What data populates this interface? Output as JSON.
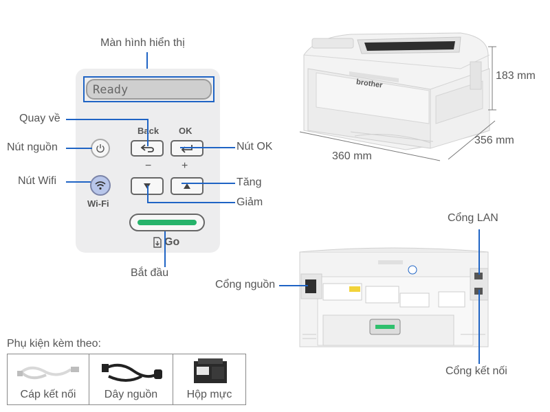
{
  "panel": {
    "display_label": "Màn hình hiển thị",
    "lcd_text": "Ready",
    "back_caption": "Back",
    "ok_caption": "OK",
    "minus_caption": "−",
    "plus_caption": "+",
    "wifi_caption": "Wi-Fi",
    "go_caption": "Go"
  },
  "callouts": {
    "back": "Quay về",
    "power": "Nút nguồn",
    "wifi": "Nút Wifi",
    "ok": "Nút OK",
    "up": "Tăng",
    "down": "Giảm",
    "start": "Bắt đầu"
  },
  "dimensions": {
    "height": "183 mm",
    "depth": "356 mm",
    "width": "360 mm"
  },
  "printer": {
    "brand": "brother"
  },
  "rear": {
    "lan": "Cổng LAN",
    "power_port": "Cổng nguồn",
    "usb": "Cổng kết nối"
  },
  "accessories": {
    "title": "Phụ kiện kèm theo:",
    "items": [
      {
        "label": "Cáp kết nối",
        "icon": "usb-cable-icon"
      },
      {
        "label": "Dây nguồn",
        "icon": "power-cord-icon"
      },
      {
        "label": "Hộp mực",
        "icon": "toner-cartridge-icon"
      }
    ]
  },
  "colors": {
    "accent": "#1e63c4",
    "go_green": "#27b36b",
    "wifi_blue": "#b8c6ea"
  }
}
